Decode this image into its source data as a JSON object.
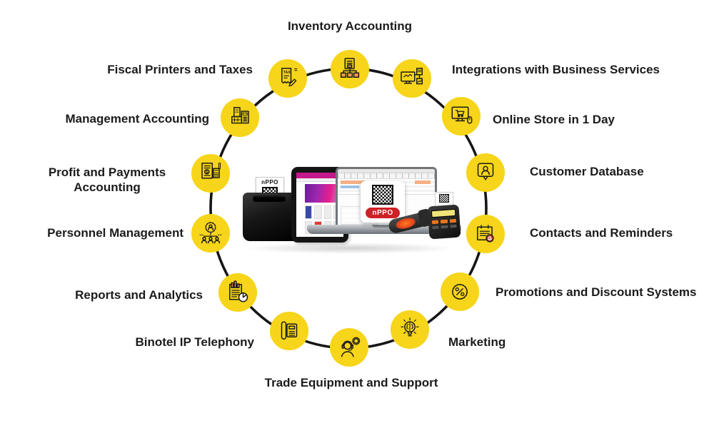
{
  "brand": {
    "name": "nPPO"
  },
  "colors": {
    "accent_yellow": "#F6D51A",
    "ring_line": "#161616",
    "text": "#1B1B1B",
    "brand_red": "#CE2127",
    "icon_orange": "#F29A4A",
    "bell_red": "#E0493C"
  },
  "features": [
    {
      "label": "Inventory Accounting",
      "icon": "document-hierarchy-icon"
    },
    {
      "label": "Integrations with Business Services",
      "icon": "monitor-handshake-icon"
    },
    {
      "label": "Online Store in 1 Day",
      "icon": "monitor-cart-icon"
    },
    {
      "label": "Customer Database",
      "icon": "customer-bubble-icon"
    },
    {
      "label": "Contacts and Reminders",
      "icon": "note-bell-icon"
    },
    {
      "label": "Promotions and Discount Systems",
      "icon": "percent-badge-icon"
    },
    {
      "label": "Marketing",
      "icon": "idea-bulb-icon"
    },
    {
      "label": "Trade Equipment and Support",
      "icon": "support-headset-icon"
    },
    {
      "label": "Binotel IP Telephony",
      "icon": "desk-phone-icon"
    },
    {
      "label": "Reports and Analytics",
      "icon": "report-chart-icon"
    },
    {
      "label": "Personnel Management",
      "icon": "team-gear-icon"
    },
    {
      "label": "Profit and Payments Accounting",
      "icon": "invoice-calculator-icon"
    },
    {
      "label": "Management Accounting",
      "icon": "cash-register-icon"
    },
    {
      "label": "Fiscal Printers and Taxes",
      "icon": "tax-receipt-icon"
    }
  ]
}
